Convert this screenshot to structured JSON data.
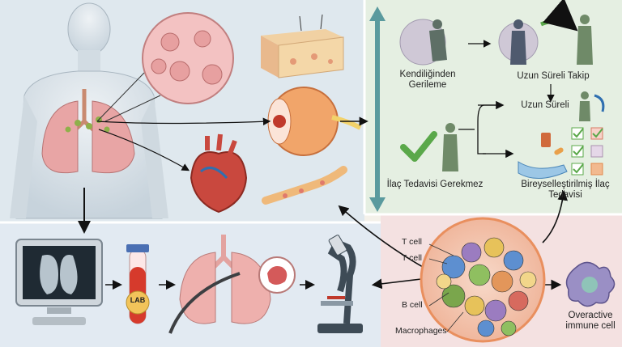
{
  "panels": {
    "top_right": {
      "spontaneous_regression": "Kendiliğinden Gerileme",
      "long_term_followup": "Uzun Süreli Takip",
      "long_term": "Uzun Süreli",
      "no_treatment": "İlaç Tedavisi Gerekmez",
      "personalized_treatment": "Bireyselleştirilmiş İlaç Tedavisi"
    },
    "bottom_left": {
      "tube_label": "LAB"
    },
    "bottom_right": {
      "cell_labels": [
        "T cell",
        "T cell",
        "B cell",
        "Macrophages"
      ],
      "overactive_cell": "Overactive immune cell"
    }
  },
  "colors": {
    "body_bg": "#dfe8ee",
    "top_right_bg": "#e5efe2",
    "bottom_left_bg": "#e2eaf2",
    "bottom_right_bg": "#f4e1e1",
    "check_green": "#5aa84a",
    "arrow_teal": "#5a9a9e",
    "lung_pink": "#e8a5a5",
    "granuloma_orange": "#e98f5e"
  }
}
